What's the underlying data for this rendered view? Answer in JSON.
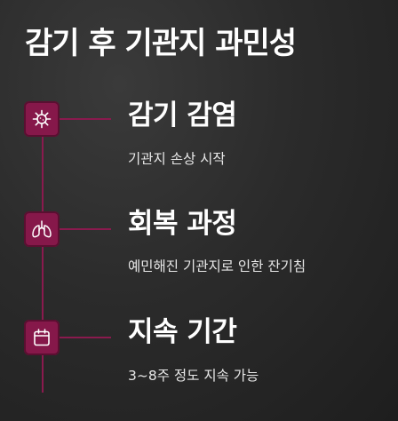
{
  "title": "감기 후 기관지 과민성",
  "colors": {
    "accent": "#86184a",
    "background": "#2b2b2b"
  },
  "steps": [
    {
      "icon": "virus-icon",
      "heading": "감기 감염",
      "description": "기관지 손상 시작"
    },
    {
      "icon": "lungs-icon",
      "heading": "회복 과정",
      "description": "예민해진 기관지로 인한 잔기침"
    },
    {
      "icon": "calendar-icon",
      "heading": "지속 기간",
      "description": "3~8주 정도 지속 가능"
    }
  ]
}
